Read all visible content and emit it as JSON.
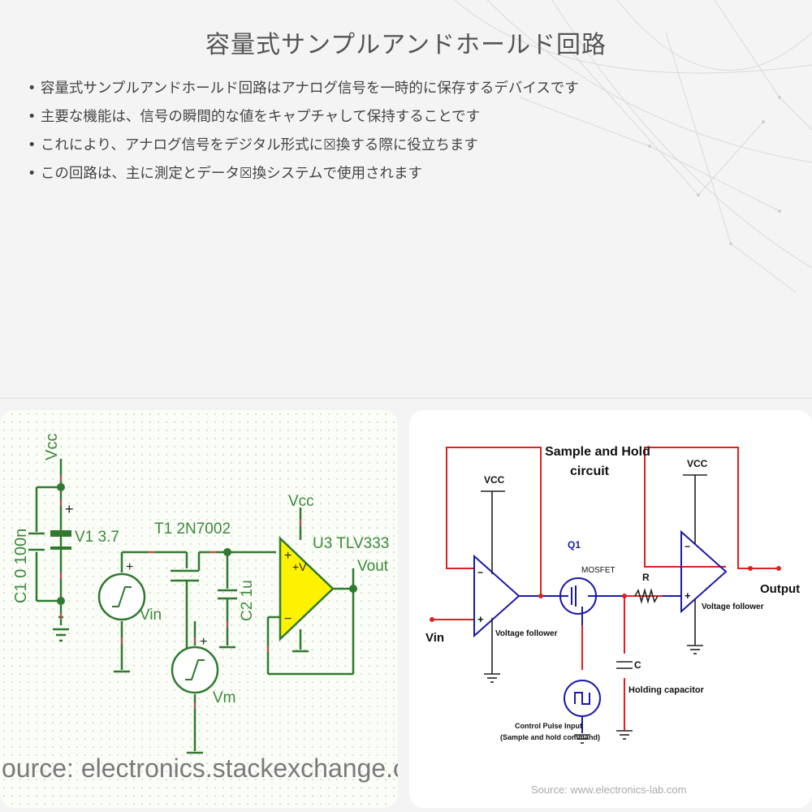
{
  "title": "容量式サンプルアンドホールド回路",
  "bullets": [
    "容量式サンプルアンドホールド回路はアナログ信号を一時的に保存するデバイスです",
    "主要な機能は、信号の瞬間的な値をキャプチャして保持することです",
    "これにより、アナログ信号をデジタル形式に☒換する際に役立ちます",
    "この回路は、主に測定とデータ☒換システムで使用されます"
  ],
  "left_diagram": {
    "vcc_top": "Vcc",
    "cap1": "C1 0 100n",
    "battery": "V1 3.7",
    "battery_plus": "+",
    "transistor": "T1 2N7002",
    "opamp_vcc": "Vcc",
    "opamp": "U3 TLV333",
    "opamp_pos": "+",
    "opamp_neg": "−",
    "opamp_v": "+V",
    "vout": "Vout",
    "vin": "Vin",
    "cap2": "C2 1u",
    "vm": "Vm",
    "plus": "+",
    "source": "ource: electronics.stackexchange.co"
  },
  "right_diagram": {
    "title_line1": "Sample and Hold",
    "title_line2": "circuit",
    "vcc1": "VCC",
    "vcc2": "VCC",
    "q1": "Q1",
    "mosfet": "MOSFET",
    "r": "R",
    "c": "C",
    "vin": "Vin",
    "output": "Output",
    "vf1": "Voltage follower",
    "vf2": "Voltage follower",
    "holding": "Holding capacitor",
    "ctrl1": "Control Pulse Input",
    "ctrl2": "(Sample and hold command)",
    "minus": "−",
    "plus": "+",
    "source": "Source: www.electronics-lab.com"
  }
}
